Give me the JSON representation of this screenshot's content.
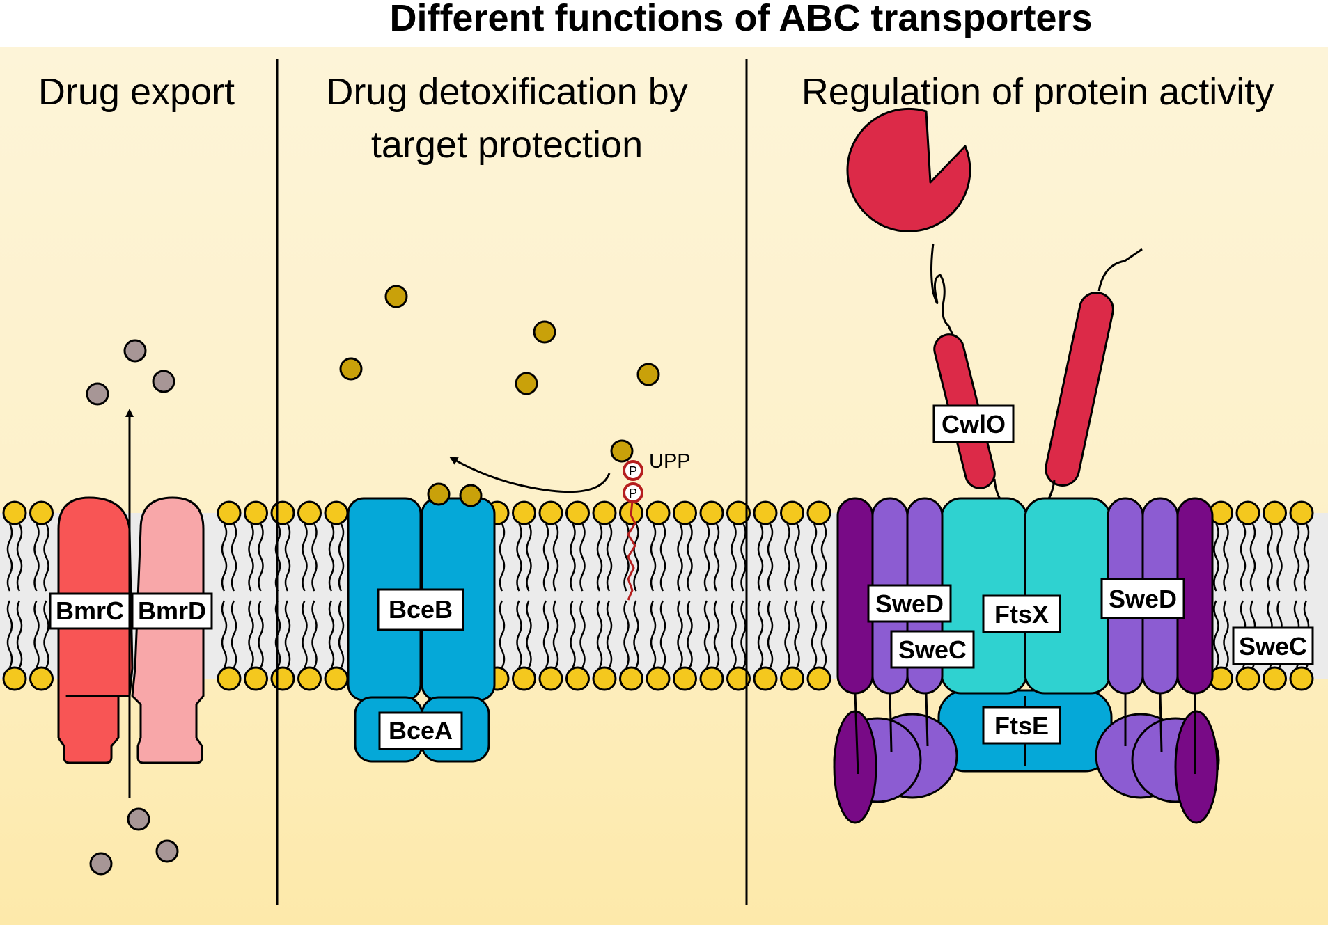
{
  "title": "Different functions of ABC transporters",
  "panels": {
    "drug_export": {
      "heading": "Drug export"
    },
    "detox": {
      "heading_line1": "Drug detoxification by",
      "heading_line2": "target protection"
    },
    "regulation": {
      "heading": "Regulation of protein activity"
    }
  },
  "labels": {
    "bmrc": "BmrC",
    "bmrd": "BmrD",
    "bceb": "BceB",
    "bcea": "BceA",
    "upp": "UPP",
    "p": "P",
    "cwlo": "CwlO",
    "swed_left": "SweD",
    "swec_left": "SweC",
    "ftsx": "FtsX",
    "ftse": "FtsE",
    "swed_right": "SweD",
    "swec_right": "SweC"
  },
  "colors": {
    "background_upper": "#fdf3d4",
    "background_lower": "#fdebb0",
    "membrane_core": "#ebebeb",
    "lipid_head": "#f4c81e",
    "bmrc": "#f85555",
    "bmrd": "#f8a7a9",
    "bce": "#05a8d8",
    "drug_detox": "#c9a10a",
    "drug_export": "#a79696",
    "upp_red": "#b51e1e",
    "cwlo": "#dc2a48",
    "ftsx": "#2fd2d0",
    "ftse": "#05a8d8",
    "swec": "#8c5cd2",
    "swed": "#780a86"
  }
}
